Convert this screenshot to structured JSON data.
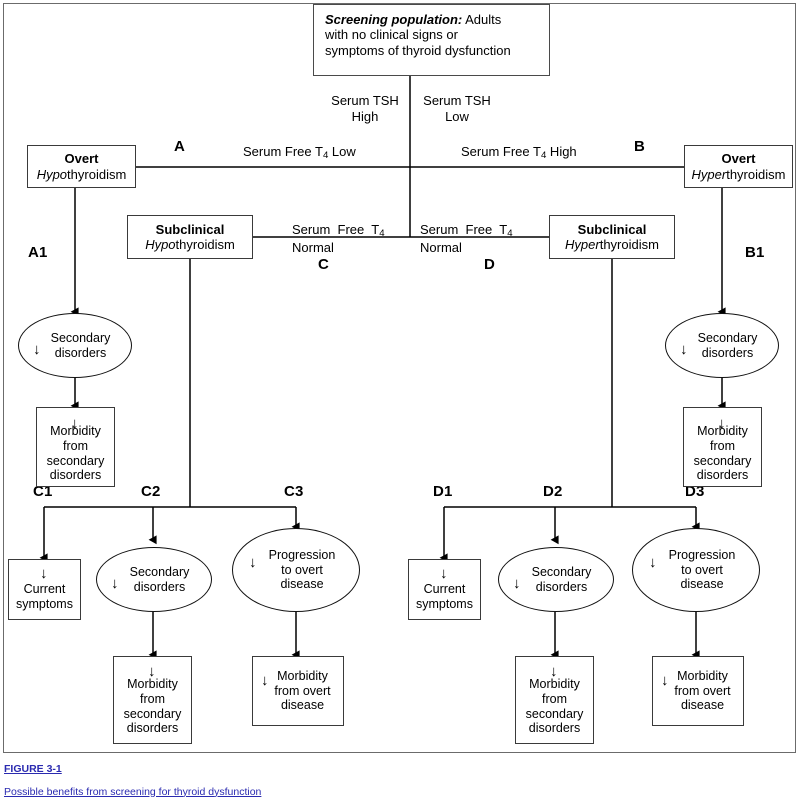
{
  "figure": {
    "number": "FIGURE 3-1",
    "caption": "Possible benefits from screening for thyroid dysfunction"
  },
  "screening": {
    "label_bold": "Screening population:",
    "line1_rest": " Adults",
    "line2": "with no clinical signs or",
    "line3": "symptoms of thyroid dysfunction"
  },
  "edge_labels": {
    "tsh_high": "Serum TSH\nHigh",
    "tsh_low": "Serum TSH\nLow",
    "ft4_low": "Serum Free T4 Low",
    "ft4_high": "Serum Free T4 High",
    "ft4_normal_left": "Serum  Free  T4\nNormal",
    "ft4_normal_right": "Serum  Free  T4\nNormal"
  },
  "tags": {
    "A": "A",
    "B": "B",
    "C": "C",
    "D": "D",
    "A1": "A1",
    "B1": "B1",
    "C1": "C1",
    "C2": "C2",
    "C3": "C3",
    "D1": "D1",
    "D2": "D2",
    "D3": "D3"
  },
  "nodes": {
    "overt_hypo": {
      "title": "Overt",
      "sub": "Hypo",
      "sub_rest": "thyroidism"
    },
    "overt_hyper": {
      "title": "Overt",
      "sub": "Hyper",
      "sub_rest": "thyroidism"
    },
    "subclin_hypo": {
      "title": "Subclinical",
      "sub": "Hypo",
      "sub_rest": "thyroidism"
    },
    "subclin_hyper": {
      "title": "Subclinical",
      "sub": "Hyper",
      "sub_rest": "thyroidism"
    },
    "a1_secondary": {
      "arrow": "↓",
      "text": "Secondary\ndisorders"
    },
    "b1_secondary": {
      "arrow": "↓",
      "text": "Secondary\ndisorders"
    },
    "a1_morbidity": {
      "arrow": "↓",
      "text": "Morbidity\nfrom\nsecondary\ndisorders"
    },
    "b1_morbidity": {
      "arrow": "↓",
      "text": "Morbidity\nfrom\nsecondary\ndisorders"
    },
    "c1_current": {
      "arrow": "↓",
      "text": "Current\nsymptoms"
    },
    "c2_secondary": {
      "arrow": "↓",
      "text": "Secondary\ndisorders"
    },
    "c3_progression": {
      "arrow": "↓",
      "text": "Progression\nto overt\ndisease"
    },
    "c2_morbidity": {
      "arrow": "↓",
      "text": "Morbidity\nfrom\nsecondary\ndisorders"
    },
    "c3_morbidity": {
      "arrow": "↓",
      "text": "Morbidity\nfrom overt\ndisease"
    },
    "d1_current": {
      "arrow": "↓",
      "text": "Current\nsymptoms"
    },
    "d2_secondary": {
      "arrow": "↓",
      "text": "Secondary\ndisorders"
    },
    "d3_progression": {
      "arrow": "↓",
      "text": "Progression\nto overt\ndisease"
    },
    "d2_morbidity": {
      "arrow": "↓",
      "text": "Morbidity\nfrom\nsecondary\ndisorders"
    },
    "d3_morbidity": {
      "arrow": "↓",
      "text": "Morbidity\nfrom overt\ndisease"
    }
  },
  "colors": {
    "line": "#000000",
    "box_border": "#3a3a3a",
    "frame": "#6b6b6b",
    "link": "#2a2ab0"
  }
}
